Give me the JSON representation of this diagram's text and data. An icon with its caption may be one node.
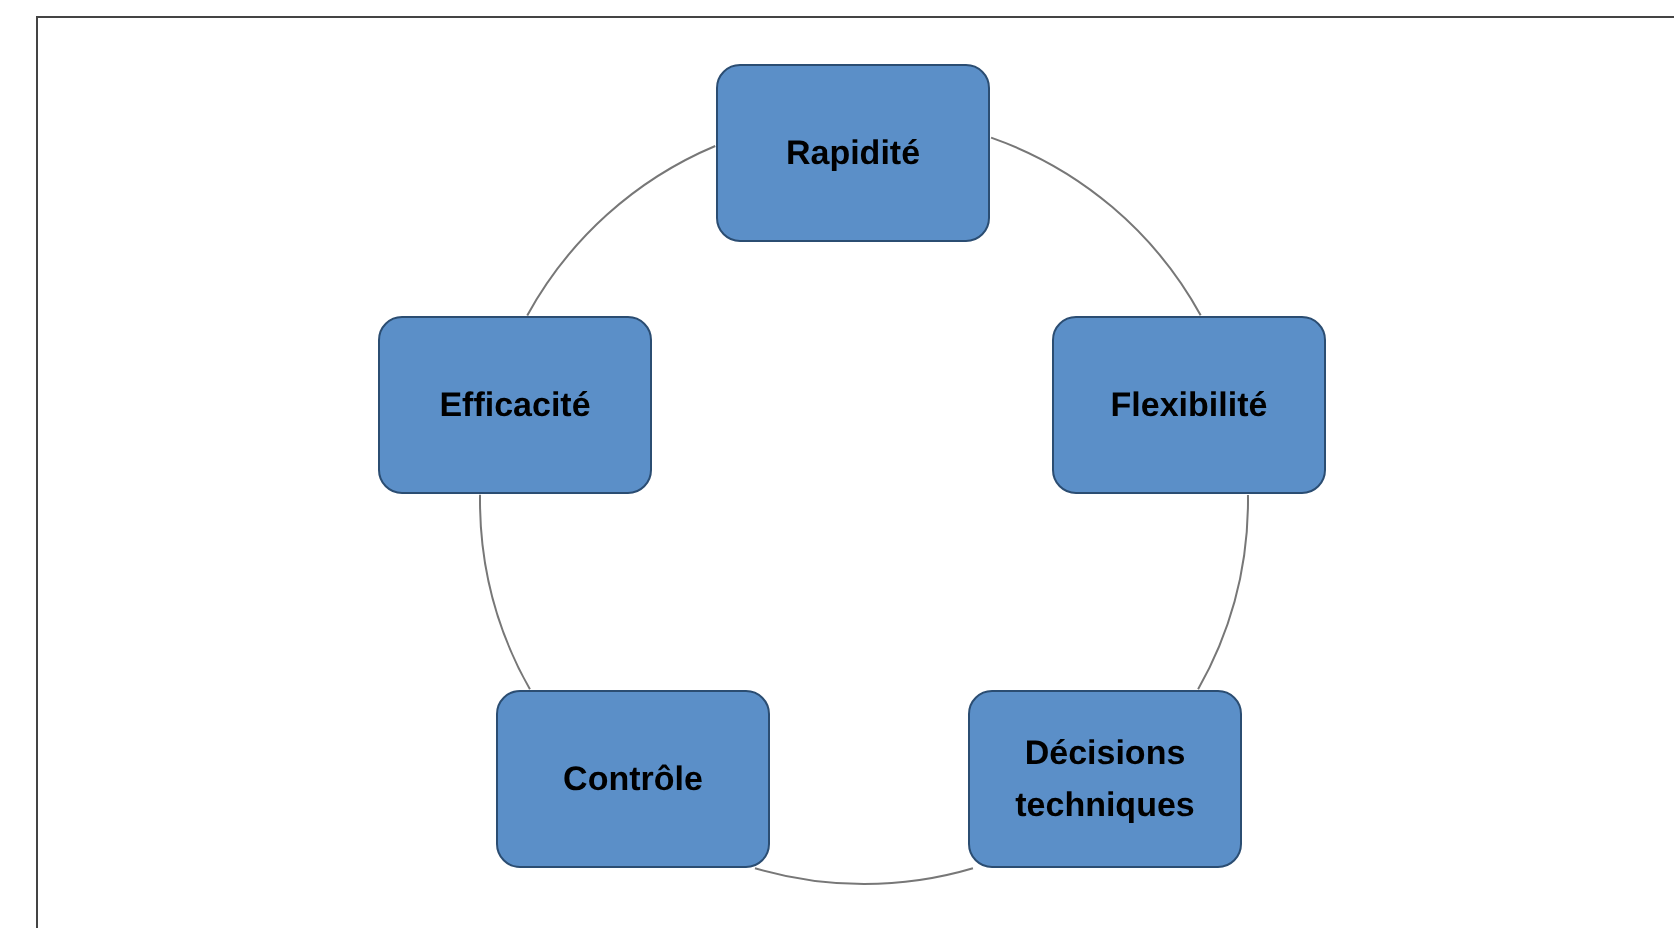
{
  "diagram": {
    "nodes": [
      {
        "text": [
          "Rapidité"
        ]
      },
      {
        "text": [
          "Efficacité"
        ]
      },
      {
        "text": [
          "Flexibilité"
        ]
      },
      {
        "text": [
          "Contrôle"
        ]
      },
      {
        "text": [
          "Décisions techniques"
        ]
      }
    ],
    "edges": [
      {
        "from": 0,
        "to": 2,
        "arrow": "none"
      },
      {
        "from": 2,
        "to": 4,
        "arrow": "none"
      },
      {
        "from": 4,
        "to": 3,
        "arrow": "none"
      },
      {
        "from": 3,
        "to": 1,
        "arrow": "none"
      },
      {
        "from": 1,
        "to": 0,
        "arrow": "none"
      }
    ]
  }
}
